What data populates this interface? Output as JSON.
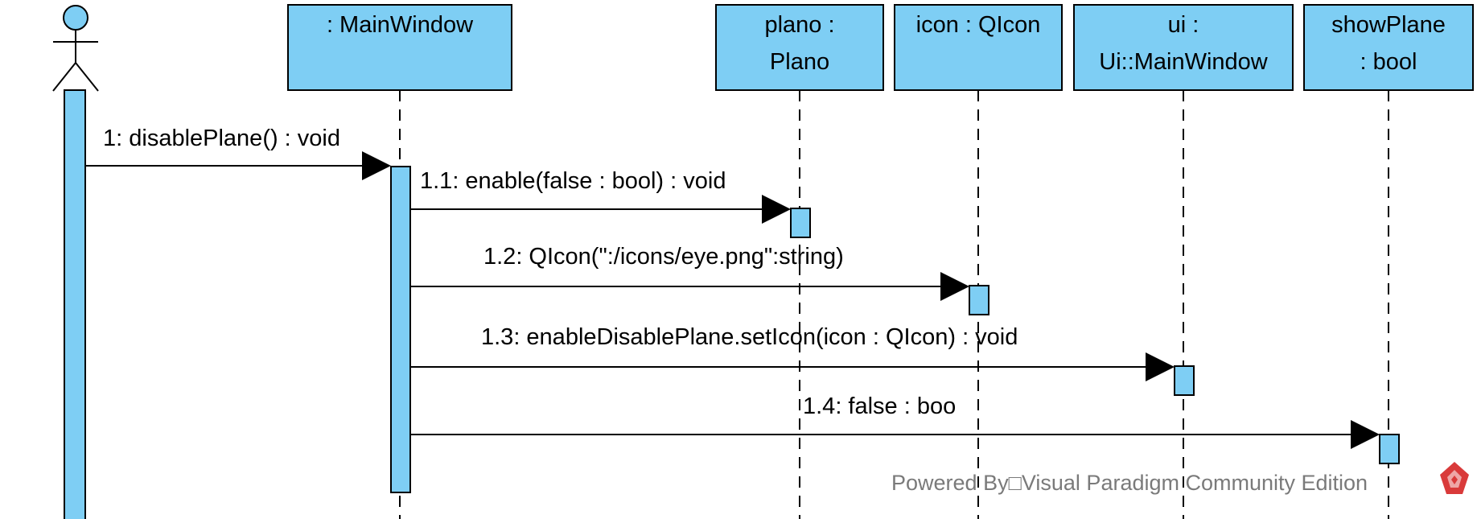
{
  "colors": {
    "lifeline_fill": "#7ecef4",
    "stroke": "#000000",
    "watermark_text": "#7a7a7a",
    "watermark_logo": "#d93a3a"
  },
  "lifelines": [
    {
      "id": "actor",
      "label_lines": []
    },
    {
      "id": "mainwindow",
      "label_lines": [
        ": MainWindow"
      ]
    },
    {
      "id": "plano",
      "label_lines": [
        "plano :",
        "Plano"
      ]
    },
    {
      "id": "icon",
      "label_lines": [
        "icon : QIcon"
      ]
    },
    {
      "id": "ui",
      "label_lines": [
        "ui :",
        "Ui::MainWindow"
      ]
    },
    {
      "id": "showplane",
      "label_lines": [
        "showPlane",
        ": bool"
      ]
    }
  ],
  "messages": [
    {
      "from": "actor",
      "to": "mainwindow",
      "label": "1: disablePlane() : void"
    },
    {
      "from": "mainwindow",
      "to": "plano",
      "label": "1.1: enable(false : bool) : void"
    },
    {
      "from": "mainwindow",
      "to": "icon",
      "label": "1.2: QIcon(\":/icons/eye.png\":string)"
    },
    {
      "from": "mainwindow",
      "to": "ui",
      "label": "1.3: enableDisablePlane.setIcon(icon : QIcon) : void"
    },
    {
      "from": "mainwindow",
      "to": "showplane",
      "label": "1.4: false : boo"
    }
  ],
  "watermark": {
    "text": "Powered By□Visual Paradigm Community Edition",
    "logo_icon": "visual-paradigm-logo-icon"
  }
}
